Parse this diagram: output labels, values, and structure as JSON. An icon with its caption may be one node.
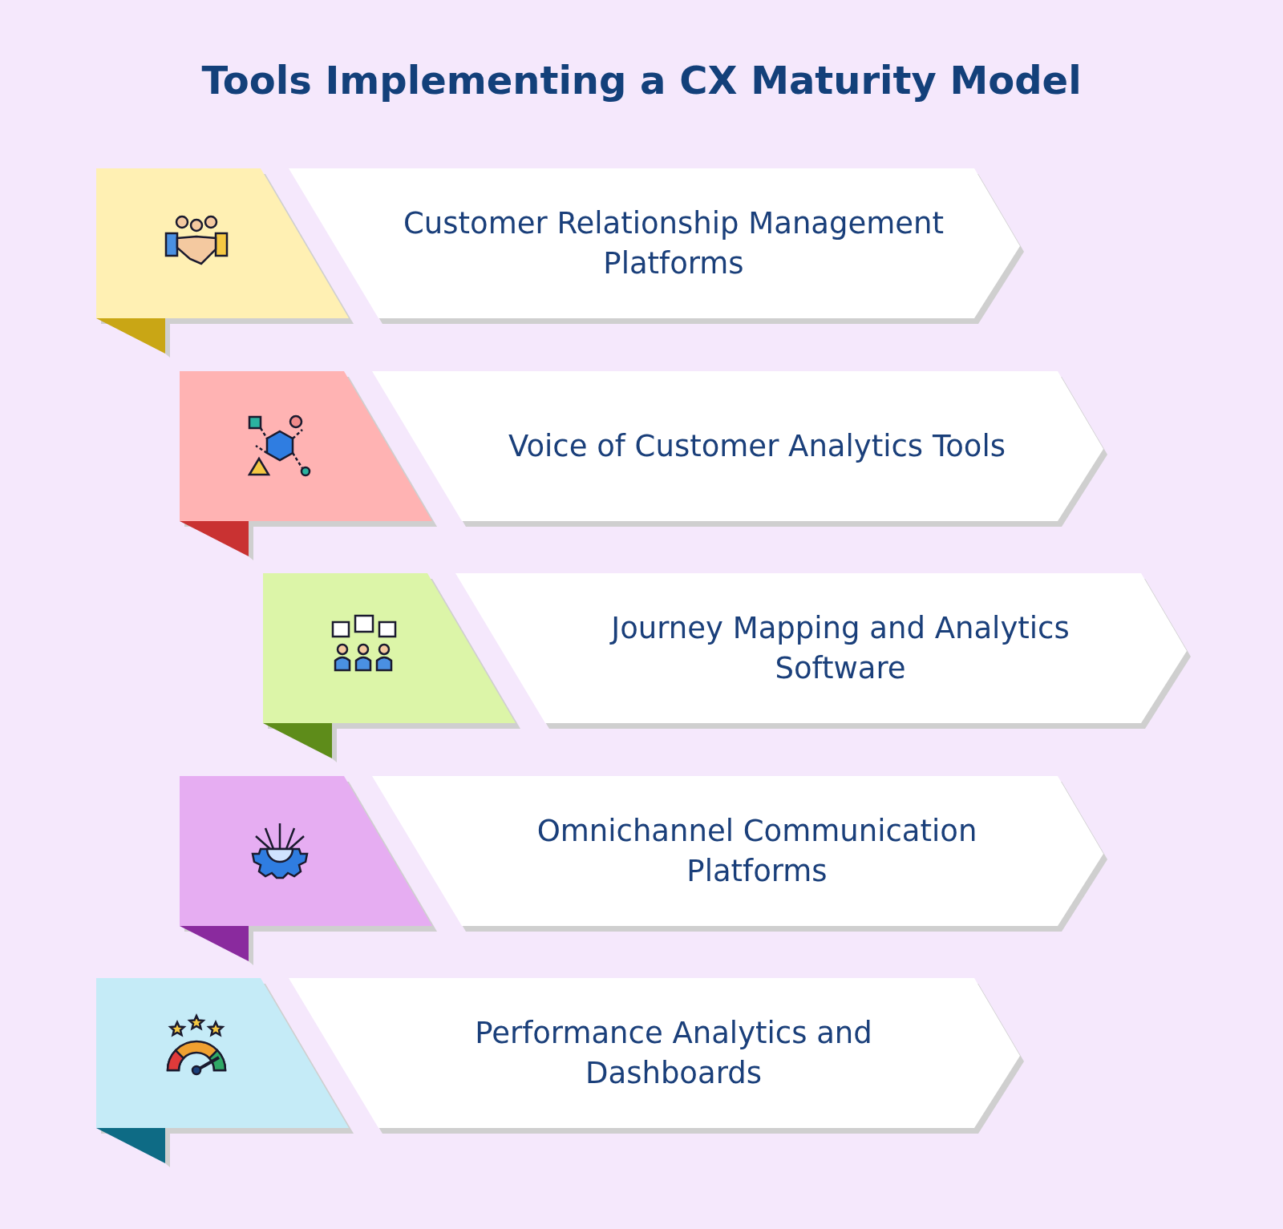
{
  "diagram": {
    "title": "Tools Implementing a CX Maturity Model",
    "nodes": [
      {
        "text": [
          "Customer Relationship Management Platforms"
        ]
      },
      {
        "text": [
          "Voice of Customer Analytics Tools"
        ]
      },
      {
        "text": [
          "Journey Mapping and Analytics Software"
        ]
      },
      {
        "text": [
          "Omnichannel Communication Platforms"
        ]
      },
      {
        "text": [
          "Performance Analytics and Dashboards"
        ]
      }
    ]
  }
}
